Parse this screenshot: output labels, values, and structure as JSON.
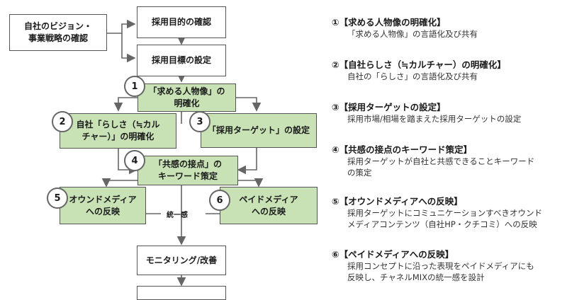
{
  "diagram": {
    "vision_box": "自社のビジョン・\n事業戦略の確認",
    "purpose_box": "採用目的の確認",
    "goal_box": "採用目標の設定",
    "persona_box": "「求める人物像」の\n明確化",
    "identity_box": "自社「らしさ（≒カル\nチャー）」の明確化",
    "target_box": "「採用ターゲット」の設定",
    "keyword_box": "「共感の接点」の\nキーワード策定",
    "owned_box": "オウンドメディア\nへの反映",
    "paid_box": "ペイドメディア\nへの反映",
    "unity_label": "統一感",
    "monitor_box": "モニタリング/改善",
    "bottom_box": "",
    "badges": [
      "1",
      "2",
      "3",
      "4",
      "5",
      "6"
    ]
  },
  "list": [
    {
      "title": "①【求める人物像の明確化】",
      "desc": "「求める人物像」の言語化及び共有"
    },
    {
      "title": "②【自社らしさ（≒カルチャー）の明確化】",
      "desc": "自社の「らしさ」の言語化及び共有"
    },
    {
      "title": "③【採用ターゲットの設定】",
      "desc": "採用市場/相場を踏まえた採用ターゲットの設定"
    },
    {
      "title": "④【共感の接点のキーワード策定】",
      "desc": "採用ターゲットが自社と共感できることキーワード\nの策定"
    },
    {
      "title": "⑤【オウンドメディアへの反映】",
      "desc": "採用ターゲットにコミュニケーションすべきオウンド\nメディアコンテンツ（自社HP・クチコミ）への反映"
    },
    {
      "title": "⑥【ペイドメディアへの反映】",
      "desc": "採用コンセプトに沿った表現をペイドメディアにも\n反映し、チャネルMIXの統一感を設計"
    }
  ]
}
